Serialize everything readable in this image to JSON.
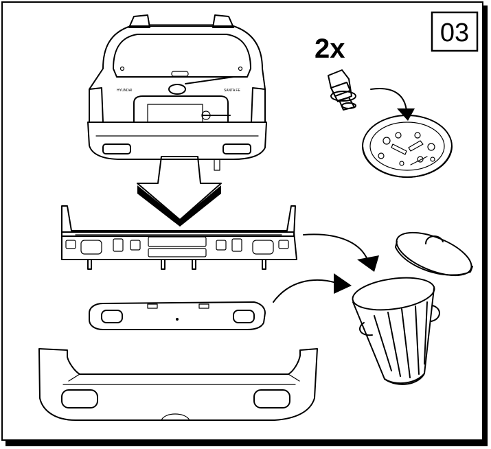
{
  "step": {
    "number": "03"
  },
  "fasteners": {
    "quantity_label": "2x"
  },
  "vehicle": {
    "badge_left": "HYUNDAI",
    "badge_right": "SANTA FE"
  },
  "colors": {
    "outline": "#000000",
    "bumper_gray": "#8a8a8a",
    "panel_gray": "#a8a8a8",
    "paper": "#ffffff"
  },
  "icons": [
    "car-rear-icon",
    "down-arrow-icon",
    "screw-icon",
    "parts-tray-icon",
    "trash-can-icon",
    "trash-lid-icon",
    "curved-arrow-icon"
  ]
}
